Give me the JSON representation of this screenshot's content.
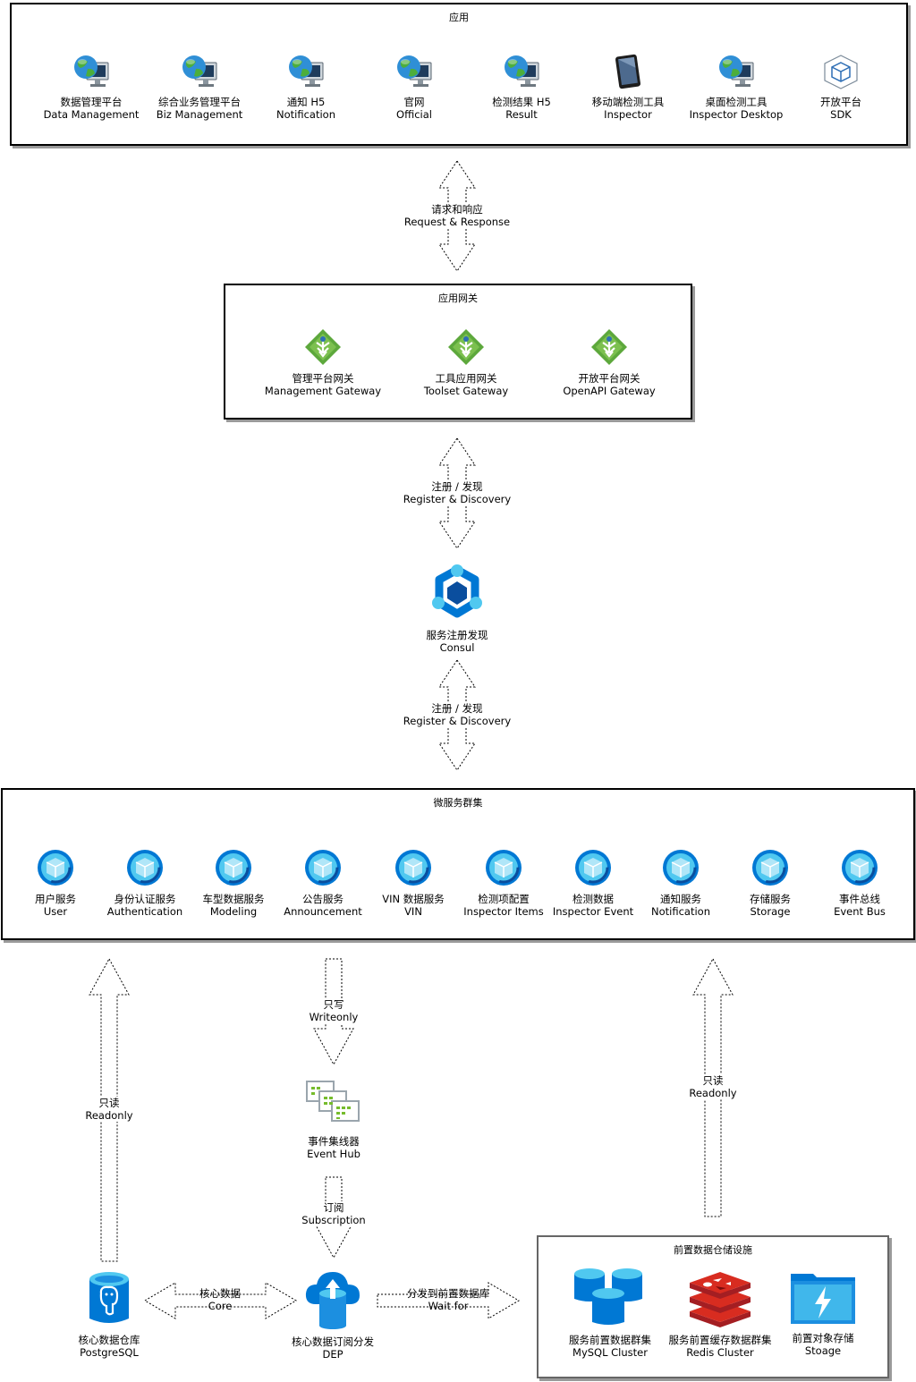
{
  "apps": {
    "title": "应用",
    "items": [
      {
        "zh": "数据管理平台",
        "en": "Data Management",
        "icon": "globe-monitor-icon"
      },
      {
        "zh": "综合业务管理平台",
        "en": "Biz Management",
        "icon": "globe-monitor-icon"
      },
      {
        "zh": "通知 H5",
        "en": "Notification",
        "icon": "globe-monitor-icon"
      },
      {
        "zh": "官网",
        "en": "Official",
        "icon": "globe-monitor-icon"
      },
      {
        "zh": "检测结果 H5",
        "en": "Result",
        "icon": "globe-monitor-icon"
      },
      {
        "zh": "移动端检测工具",
        "en": "Inspector",
        "icon": "tablet-icon"
      },
      {
        "zh": "桌面检测工具",
        "en": "Inspector Desktop",
        "icon": "globe-monitor-icon"
      },
      {
        "zh": "开放平台",
        "en": "SDK",
        "icon": "cube-icon"
      }
    ]
  },
  "arrow_request": {
    "zh": "请求和响应",
    "en": "Request & Response"
  },
  "gateway": {
    "title": "应用网关",
    "items": [
      {
        "zh": "管理平台网关",
        "en": "Management Gateway",
        "icon": "gateway-icon"
      },
      {
        "zh": "工具应用网关",
        "en": "Toolset Gateway",
        "icon": "gateway-icon"
      },
      {
        "zh": "开放平台网关",
        "en": "OpenAPI Gateway",
        "icon": "gateway-icon"
      }
    ]
  },
  "arrow_register_1": {
    "zh": "注册 / 发现",
    "en": "Register & Discovery"
  },
  "consul": {
    "zh": "服务注册发现",
    "en": "Consul",
    "icon": "consul-icon"
  },
  "arrow_register_2": {
    "zh": "注册 / 发现",
    "en": "Register & Discovery"
  },
  "microservices": {
    "title": "微服务群集",
    "items": [
      {
        "zh": "用户服务",
        "en": "User"
      },
      {
        "zh": "身份认证服务",
        "en": "Authentication"
      },
      {
        "zh": "车型数据服务",
        "en": "Modeling"
      },
      {
        "zh": "公告服务",
        "en": "Announcement"
      },
      {
        "zh": "VIN 数据服务",
        "en": "VIN"
      },
      {
        "zh": "检测项配置",
        "en": "Inspector Items"
      },
      {
        "zh": "检测数据",
        "en": "Inspector Event"
      },
      {
        "zh": "通知服务",
        "en": "Notification"
      },
      {
        "zh": "存储服务",
        "en": "Storage"
      },
      {
        "zh": "事件总线",
        "en": "Event Bus"
      }
    ],
    "item_icon": "service-icon"
  },
  "arrow_readonly_left": {
    "zh": "只读",
    "en": "Readonly"
  },
  "arrow_writeonly": {
    "zh": "只写",
    "en": "Writeonly"
  },
  "arrow_readonly_right": {
    "zh": "只读",
    "en": "Readonly"
  },
  "event_hub": {
    "zh": "事件集线器",
    "en": "Event Hub",
    "icon": "event-hub-icon"
  },
  "arrow_subscription": {
    "zh": "订阅",
    "en": "Subscription"
  },
  "postgres": {
    "zh": "核心数据仓库",
    "en": "PostgreSQL",
    "icon": "postgresql-icon"
  },
  "arrow_core": {
    "zh": "核心数据",
    "en": "Core"
  },
  "dep": {
    "zh": "核心数据订阅分发",
    "en": "DEP",
    "icon": "cloud-upload-icon"
  },
  "arrow_dispatch": {
    "zh": "分发到前置数据库",
    "en": "Wait for"
  },
  "front_storage": {
    "title": "前置数据仓储设施",
    "items": [
      {
        "zh": "服务前置数据群集",
        "en": "MySQL Cluster",
        "icon": "database-cluster-icon"
      },
      {
        "zh": "服务前置缓存数据群集",
        "en": "Redis Cluster",
        "icon": "redis-icon"
      },
      {
        "zh": "前置对象存储",
        "en": "Stoage",
        "icon": "object-storage-icon"
      }
    ]
  },
  "colors": {
    "azure_blue": "#0078d4",
    "light_blue": "#50c8f0",
    "gateway_green": "#5da83c",
    "redis_red": "#c6302b",
    "event_hub_green": "#76bc2d"
  }
}
